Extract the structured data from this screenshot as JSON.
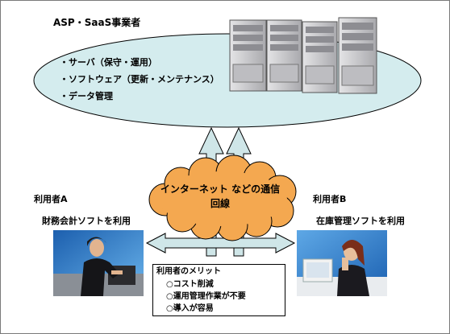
{
  "provider": {
    "title": "ASP・SaaS事業者",
    "services": [
      "・サーバ（保守・運用）",
      "・ソフトウェア（更新・メンテナンス）",
      "・データ管理"
    ]
  },
  "network": {
    "label": "インターネット などの通信回線"
  },
  "user_a": {
    "title": "利用者A",
    "app": "財務会計ソフトを利用"
  },
  "user_b": {
    "title": "利用者B",
    "app": "在庫管理ソフトを利用"
  },
  "merits": {
    "title": "利用者のメリット",
    "items": [
      "○コスト削減",
      "○運用管理作業が不要",
      "○導入が容易"
    ]
  },
  "colors": {
    "ellipse_fill": "#d4ecee",
    "cloud_fill": "#f4a850",
    "arrow_fill": "#cfe6e8",
    "photo_bg": "#2f7fc9",
    "server_body": "#cfcfd0"
  },
  "icons": [
    "server-icon",
    "cloud-shape",
    "user-photo-a",
    "user-photo-b"
  ]
}
